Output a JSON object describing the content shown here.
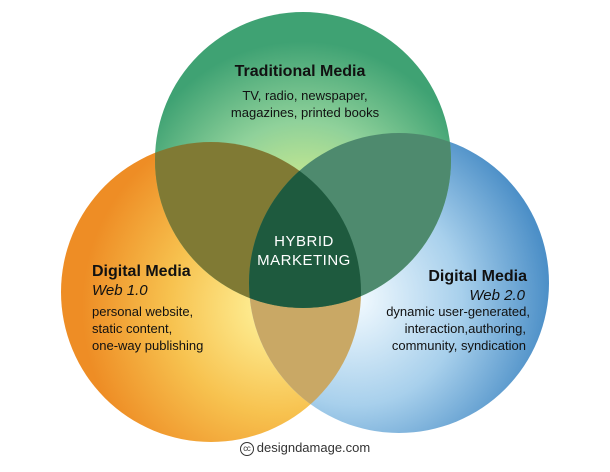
{
  "diagram": {
    "top": {
      "title": "Traditional Media",
      "lines": [
        "TV, radio, newspaper,",
        "magazines, printed books"
      ],
      "color": "#5fbb8a"
    },
    "left": {
      "title": "Digital Media",
      "subtitle": "Web 1.0",
      "lines": [
        "personal website,",
        "static content,",
        "one-way publishing"
      ],
      "color": "#f2a23a"
    },
    "right": {
      "title": "Digital Media",
      "subtitle": "Web 2.0",
      "lines": [
        "dynamic user-generated,",
        "interaction,authoring,",
        "community, syndication"
      ],
      "color": "#6aaad8"
    },
    "center": {
      "lines": [
        "HYBRID",
        "MARKETING"
      ],
      "color": "#1e5a3e"
    }
  },
  "credit": {
    "icon": "creative-commons-icon",
    "cc_glyph": "cc",
    "text": "designdamage.com"
  }
}
